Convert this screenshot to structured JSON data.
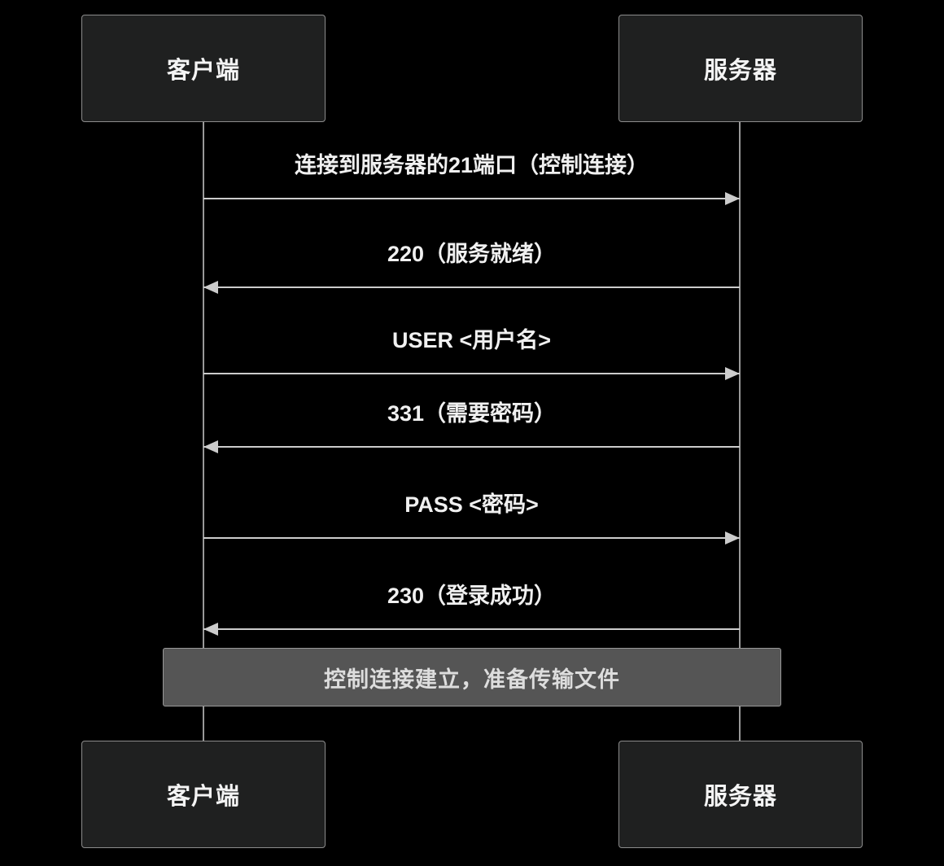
{
  "actors": {
    "client": "客户端",
    "server": "服务器"
  },
  "messages": [
    {
      "text": "连接到服务器的21端口（控制连接）",
      "direction": "right"
    },
    {
      "text": "220（服务就绪）",
      "direction": "left"
    },
    {
      "text": "USER <用户名>",
      "direction": "right"
    },
    {
      "text": "331（需要密码）",
      "direction": "left"
    },
    {
      "text": "PASS <密码>",
      "direction": "right"
    },
    {
      "text": "230（登录成功）",
      "direction": "left"
    }
  ],
  "note": {
    "text": "控制连接建立，准备传输文件"
  },
  "colors": {
    "bg": "#000000",
    "actor-fill": "#1f2020",
    "actor-border": "#8c8c8c",
    "actor-text": "#f4f4f4",
    "lifeline": "#999999",
    "arrow": "#cccccc",
    "message-text": "#f0f0f0",
    "note-fill": "#555555",
    "note-border": "#999999",
    "note-text": "#dddddd"
  }
}
